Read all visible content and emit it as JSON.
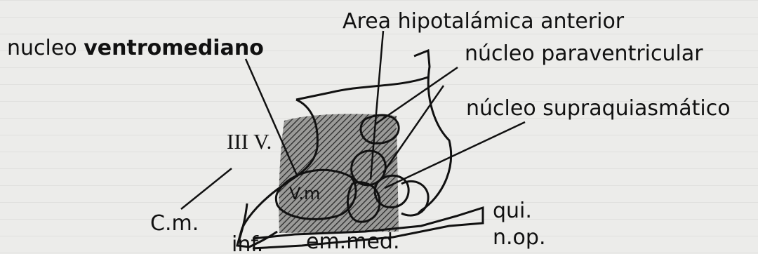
{
  "labels": {
    "area_hipotalamica_anterior": "Area hipotalámica anterior",
    "nucleo_ventromediano_prefix": "nucleo ",
    "nucleo_ventromediano_bold": "ventromediano",
    "nucleo_paraventricular": "núcleo paraventricular",
    "nucleo_supraquiasmatico": "núcleo supraquiasmático",
    "tercer_ventriculo": "III V.",
    "vm": "V.m",
    "cm": "C.m.",
    "qui": "qui.",
    "n_op": "n.op.",
    "inf": "inf.",
    "em_med": "em.med."
  },
  "colors": {
    "ink": "#111111",
    "paper": "#ececea"
  }
}
